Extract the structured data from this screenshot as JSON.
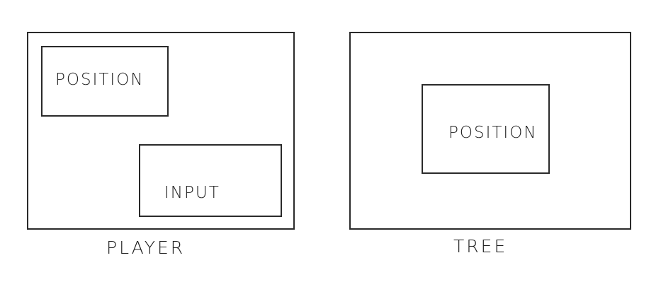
{
  "player": {
    "caption": "PLAYER",
    "components": {
      "position": "POSITION",
      "input": "INPUT"
    }
  },
  "tree": {
    "caption": "TREE",
    "components": {
      "position": "POSITION"
    }
  }
}
